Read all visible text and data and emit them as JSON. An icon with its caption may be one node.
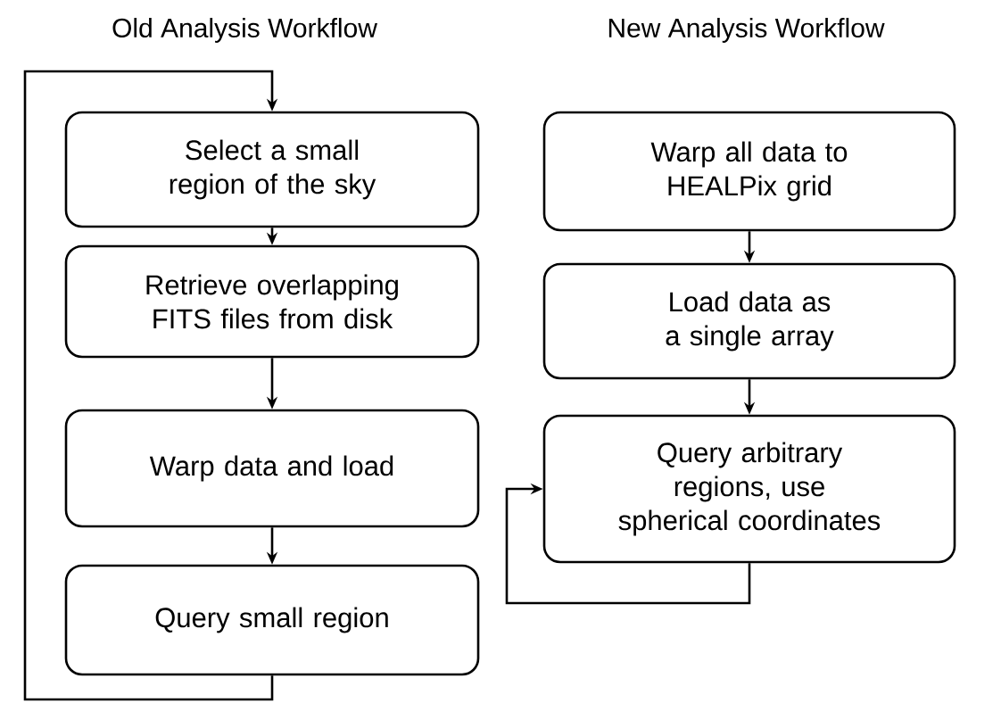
{
  "diagram": {
    "nodes": [
      {
        "text": [
          "Select a small region of the sky"
        ]
      },
      {
        "text": [
          "Retrieve overlapping FITS files from disk"
        ]
      },
      {
        "text": [
          "Warp data and load"
        ]
      },
      {
        "text": [
          "Query small region"
        ]
      },
      {
        "text": [
          "Warp all data to HEALPix grid"
        ]
      },
      {
        "text": [
          "Load data as a single array"
        ]
      },
      {
        "text": [
          "Query arbitrary regions, use spherical coordinates"
        ]
      }
    ],
    "edges": [
      {
        "from": 0,
        "to": 1,
        "arrow": "to"
      },
      {
        "from": 1,
        "to": 2,
        "arrow": "to"
      },
      {
        "from": 2,
        "to": 3,
        "arrow": "to"
      },
      {
        "from": 3,
        "to": 0,
        "arrow": "to"
      },
      {
        "from": 4,
        "to": 5,
        "arrow": "to"
      },
      {
        "from": 5,
        "to": 6,
        "arrow": "to"
      },
      {
        "from": 6,
        "to": 6,
        "arrow": "to"
      }
    ],
    "labels": [
      "Old Analysis Workflow",
      "New Analysis Workflow"
    ]
  }
}
